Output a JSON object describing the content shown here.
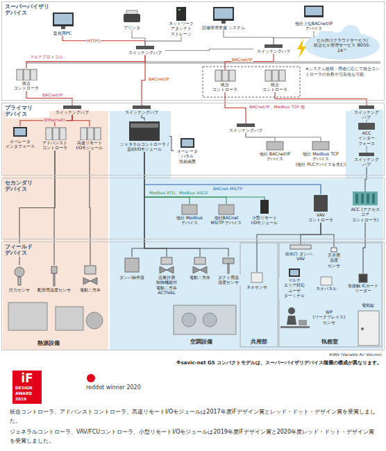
{
  "diagram": {
    "nodes": [
      {
        "text": [
          "スーパーバイザリ デバイス"
        ]
      },
      {
        "text": [
          "監視用PC"
        ],
        "in": 0
      },
      {
        "text": [
          "プリンタ"
        ],
        "in": 0
      },
      {
        "text": [
          "ネットワーク アタッチト ストレージ"
        ],
        "in": 0
      },
      {
        "text": [
          "設備管理支援 システム"
        ],
        "in": 0
      },
      {
        "text": [
          "他社上位BACnet/IP デバイス"
        ],
        "in": 0
      },
      {
        "text": [
          "ビル向けクラウドサービス/ 総合ビル管理サービス BOSS-24™"
        ],
        "in": 0
      },
      {
        "text": [
          "スイッチングハブ"
        ],
        "in": 0
      },
      {
        "text": [
          "スイッチングハブ"
        ],
        "in": 0
      },
      {
        "text": [
          "統合 コントローラ"
        ],
        "in": 0
      },
      {
        "text": [
          "統合 コントローラ"
        ],
        "in": 0
      },
      {
        "text": [
          "統合 コントローラ"
        ],
        "in": 0
      },
      {
        "text": [
          "プライマリ デバイス"
        ]
      },
      {
        "text": [
          "スイッチングハブ"
        ],
        "in": 12
      },
      {
        "text": [
          "スイッチングハブ"
        ],
        "in": 12
      },
      {
        "text": [
          "オペレータ インタフェース"
        ],
        "in": 12
      },
      {
        "text": [
          "アドバンスト コントローラ"
        ],
        "in": 12
      },
      {
        "text": [
          "高速リモート I/Oモジュール"
        ],
        "in": 12
      },
      {
        "text": [
          "ジェネラルコントローラ /直結I/Oモジュール"
        ],
        "in": 12
      },
      {
        "text": [
          "オペレータ パネル 簡易画面"
        ],
        "in": 12
      },
      {
        "text": [
          "スイッチングハブ"
        ],
        "in": 12
      },
      {
        "text": [
          "他社 BACnet/IP デバイス"
        ],
        "in": 12
      },
      {
        "text": [
          "他社 Modbus TCP デバイス",
          "(他社 PLCデバイスを含む)"
        ],
        "in": 12
      },
      {
        "text": [
          "スイッチング ハブ"
        ],
        "in": 12
      },
      {
        "text": [
          "ACC インター フェース"
        ],
        "in": 12
      },
      {
        "text": [
          "スイッチング ハブ"
        ],
        "in": 12
      },
      {
        "text": [
          "セカンダリ デバイス"
        ]
      },
      {
        "text": [
          "他社 Modbus デバイス"
        ],
        "in": 26
      },
      {
        "text": [
          "他社BACnet MS/TP デバイス"
        ],
        "in": 26
      },
      {
        "text": [
          "小型リモート I/Oモジュール"
        ],
        "in": 26
      },
      {
        "text": [
          "VAV コントローラ"
        ],
        "in": 26
      },
      {
        "text": [
          "ACC (アクセス コア コントローラ)"
        ],
        "in": 26
      },
      {
        "text": [
          "フィールド デバイス"
        ]
      },
      {
        "text": [
          "圧力センサ"
        ],
        "in": 32
      },
      {
        "text": [
          "配管用温度センサ"
        ],
        "in": 32
      },
      {
        "text": [
          "電動二方弁"
        ],
        "in": 32
      },
      {
        "text": [
          "ダンパ操作器"
        ],
        "in": 32
      },
      {
        "text": [
          "流量計測 制御機能付 電動二方弁 ACTIVAL"
        ],
        "in": 32
      },
      {
        "text": [
          "電動二方弁"
        ],
        "in": 32
      },
      {
        "text": [
          "ダクト用温 湿度センサ"
        ],
        "in": 32
      },
      {
        "text": [
          "ネオセンサ"
        ],
        "in": 32
      },
      {
        "text": [
          "吹出口 ダンパ、VAV"
        ],
        "in": 32
      },
      {
        "text": [
          "天井用 温度 センサ"
        ],
        "in": 32
      },
      {
        "text": [
          "マルチ エリア対応 ユーザ ターミナル"
        ],
        "in": 32
      },
      {
        "text": [
          "ネオパネル"
        ],
        "in": 32
      },
      {
        "text": [
          "非接触 ICカード リーダー"
        ],
        "in": 32
      },
      {
        "text": [
          "電気錠"
        ],
        "in": 32
      },
      {
        "text": [
          "WP (ワークプレイス) センサ"
        ],
        "in": 32
      }
    ],
    "edges": [
      {
        "from": 1,
        "to": 7,
        "arrow": "none",
        "label": "HTTPS"
      },
      {
        "from": 2,
        "to": 7,
        "arrow": "none"
      },
      {
        "from": 3,
        "to": 7,
        "arrow": "none"
      },
      {
        "from": 7,
        "to": 8,
        "arrow": "none"
      },
      {
        "from": 4,
        "to": 8,
        "arrow": "none"
      },
      {
        "from": 5,
        "to": 8,
        "arrow": "none"
      },
      {
        "from": 9,
        "to": 7,
        "arrow": "none",
        "label": "マルチプロトコル"
      },
      {
        "from": 9,
        "to": 13,
        "arrow": "none",
        "label": "BACnet/IP"
      },
      {
        "from": 7,
        "to": 14,
        "arrow": "none",
        "label": "BACnet/IP"
      },
      {
        "from": 8,
        "to": 10,
        "arrow": "none",
        "label": "BACnet/IP"
      },
      {
        "from": 10,
        "to": 20,
        "arrow": "none",
        "label": "BACnet/IP、Modbus TCP 他"
      },
      {
        "from": 11,
        "to": 23,
        "arrow": "none"
      },
      {
        "from": 13,
        "to": 15,
        "arrow": "none"
      },
      {
        "from": 13,
        "to": 16,
        "arrow": "none",
        "label": "(Ethernet)"
      },
      {
        "from": 13,
        "to": 17,
        "arrow": "none"
      },
      {
        "from": 14,
        "to": 18,
        "arrow": "none"
      },
      {
        "from": 18,
        "to": 19,
        "arrow": "none"
      },
      {
        "from": 20,
        "to": 21,
        "arrow": "none"
      },
      {
        "from": 20,
        "to": 22,
        "arrow": "none"
      },
      {
        "from": 23,
        "to": 24,
        "arrow": "none"
      },
      {
        "from": 24,
        "to": 25,
        "arrow": "none"
      },
      {
        "from": 18,
        "to": 27,
        "arrow": "none",
        "label": "Modbus RTU、Modbus ASCII"
      },
      {
        "from": 18,
        "to": 28,
        "arrow": "none"
      },
      {
        "from": 18,
        "to": 29,
        "arrow": "none"
      },
      {
        "from": 18,
        "to": 30,
        "arrow": "none",
        "label": "BACnet MS/TP"
      },
      {
        "from": 25,
        "to": 31,
        "arrow": "none"
      },
      {
        "from": 16,
        "to": 33,
        "arrow": "none"
      },
      {
        "from": 16,
        "to": 34,
        "arrow": "none"
      },
      {
        "from": 17,
        "to": 35,
        "arrow": "none"
      },
      {
        "from": 18,
        "to": 36,
        "arrow": "none"
      },
      {
        "from": 18,
        "to": 37,
        "arrow": "none"
      },
      {
        "from": 18,
        "to": 38,
        "arrow": "none"
      },
      {
        "from": 18,
        "to": 39,
        "arrow": "none"
      },
      {
        "from": 30,
        "to": 40,
        "arrow": "none"
      },
      {
        "from": 30,
        "to": 41,
        "arrow": "none"
      },
      {
        "from": 30,
        "to": 42,
        "arrow": "none"
      },
      {
        "from": 31,
        "to": 45,
        "arrow": "none"
      }
    ],
    "labels": [
      "※システム規模・用途に応じて統合コントローラの台数や冗長化も可能",
      "熱源設備",
      "空調設備",
      "共用部",
      "執務室",
      "※VAV (Variable Air Volume)",
      "※savic-net G5 コンパクトモデルは、スーパーバイザリデバイス階層の構成が異なります。",
      "iF",
      "DESIGN AWARD 2019",
      "reddot winner 2020",
      "統合コントローラ、アドバンストコントローラ、高速リモートI/Oモジュールは2017年度iFデザイン賞とレッド・ドット・デザイン賞を受賞しました。",
      "ジェネラルコントローラ、VAV/FCUコントローラ、小型リモートI/Oモジュールは2019年度iFデザイン賞と2020年度レッド・ドット・デザイン賞を受賞しました。"
    ]
  }
}
